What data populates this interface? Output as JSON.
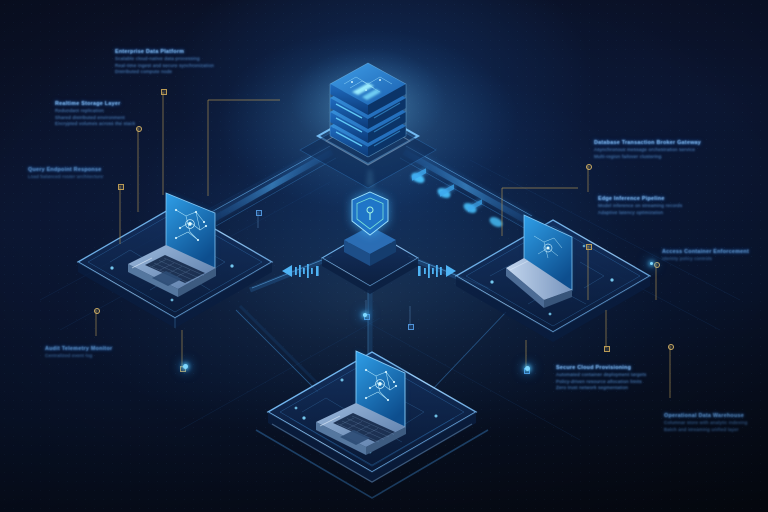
{
  "scene": {
    "title": "Isometric Blue Network Data Infographic",
    "background_color": "#080c18",
    "accent_color": "#2f9ee6",
    "glow_color": "#7fd8ff",
    "leader_color": "#b99a55"
  },
  "nodes": {
    "server_stack": {
      "name": "central-server-stack",
      "layers": 4
    },
    "security_core": {
      "name": "security-shield-node",
      "glyph": "shield"
    },
    "laptop_left": {
      "name": "laptop-node-left"
    },
    "laptop_right": {
      "name": "laptop-node-right"
    },
    "laptop_bottom": {
      "name": "laptop-node-bottom"
    }
  },
  "annotations": [
    {
      "id": "a1",
      "name": "annotation-top-left",
      "heading": "Enterprise Data Platform",
      "body": [
        "Scalable cloud-native data processing",
        "Real-time ingest and secure synchronization",
        "Distributed compute node"
      ]
    },
    {
      "id": "a2",
      "name": "annotation-upper-left",
      "heading": "Realtime Storage Layer",
      "body": [
        "Redundant replication",
        "Shared distributed environment",
        "Encrypted volumes across the stack"
      ]
    },
    {
      "id": "a3",
      "name": "annotation-mid-left",
      "heading": "Query Endpoint Response",
      "body": [
        "Load balanced router architecture"
      ]
    },
    {
      "id": "a4",
      "name": "annotation-lower-left",
      "heading": "Audit Telemetry Monitor",
      "body": [
        "Centralized event log"
      ]
    },
    {
      "id": "a5",
      "name": "annotation-top-right",
      "heading": "Database Transaction Broker Gateway",
      "body": [
        "Asynchronous message orchestration service",
        "Multi-region failover clustering"
      ]
    },
    {
      "id": "a6",
      "name": "annotation-upper-right",
      "heading": "Edge Inference Pipeline",
      "body": [
        "Model inference on streaming records",
        "Adaptive latency optimization"
      ]
    },
    {
      "id": "a7",
      "name": "annotation-mid-right",
      "heading": "Access Container Enforcement",
      "body": [
        "Identity policy controls"
      ]
    },
    {
      "id": "a8",
      "name": "annotation-lower-right",
      "heading": "Secure Cloud Provisioning",
      "body": [
        "Automated container deployment targets",
        "Policy-driven resource allocation limits",
        "Zero trust network segmentation"
      ]
    },
    {
      "id": "a9",
      "name": "annotation-bottom-right",
      "heading": "Operational Data Warehouse",
      "body": [
        "Columnar store with analytic indexing",
        "Batch and streaming unified layer"
      ]
    }
  ],
  "flow_indicators": {
    "left_arrow": {
      "name": "data-flow-arrow-left",
      "direction": "left"
    },
    "right_arrow": {
      "name": "data-flow-arrow-right",
      "direction": "right"
    },
    "packets": 4
  }
}
